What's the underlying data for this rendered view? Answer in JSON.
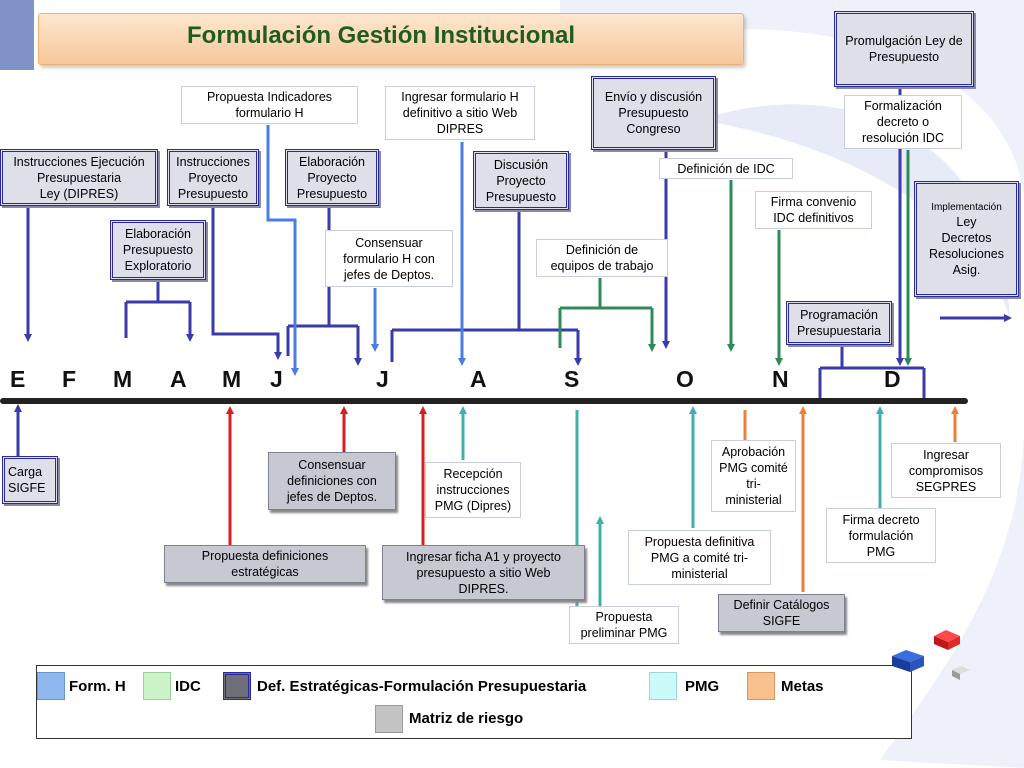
{
  "title": "Formulación Gestión Institucional",
  "months": [
    "E",
    "F",
    "M",
    "A",
    "M",
    "J",
    "J",
    "A",
    "S",
    "O",
    "N",
    "D"
  ],
  "boxes_top": {
    "propuesta_indicadores": "Propuesta Indicadores\nformulario H",
    "ingresar_formulario": "Ingresar formulario H\ndefinitivo a sitio Web\nDIPRES",
    "envio_discusion": "Envío y discusión\nPresupuesto\nCongreso",
    "promulgacion": "Promulgación Ley de\nPresupuesto",
    "formalizacion": "Formalización\ndecreto o\nresolución IDC",
    "instrucciones_ejecucion": "Instrucciones Ejecución\nPresupuestaria\nLey (DIPRES)",
    "instrucciones_proyecto": "Instrucciones\nProyecto\nPresupuesto",
    "elaboracion_proyecto": "Elaboración\nProyecto\nPresupuesto",
    "discusion_proyecto": "Discusión\nProyecto\nPresupuesto",
    "definicion_idc": "Definición de IDC",
    "firma_convenio": "Firma convenio\nIDC definitivos",
    "implementacion_small": "Implementación",
    "implementacion_rest": "Ley\nDecretos\nResoluciones\nAsig.",
    "elaboracion_exploratorio": "Elaboración\nPresupuesto\nExploratorio",
    "consensuar_formulario": "Consensuar\nformulario H con\njefes de Deptos.",
    "definicion_equipos": "Definición de\nequipos de trabajo",
    "programacion": "Programación\nPresupuestaria"
  },
  "boxes_bottom": {
    "carga_sigfe": "Carga\nSIGFE",
    "consensuar_definiciones": "Consensuar\ndefiniciones con\njefes de Deptos.",
    "recepcion": "Recepción\ninstrucciones\nPMG (Dipres)",
    "aprobacion": "Aprobación\nPMG comité\ntri-\nministerial",
    "ingresar_compromisos": "Ingresar\ncompromisos\nSEGPRES",
    "firma_decreto": "Firma decreto\nformulación\nPMG",
    "propuesta_estrategicas": "Propuesta definiciones\nestratégicas",
    "ingresar_ficha": "Ingresar ficha A1 y proyecto\npresupuesto a sitio Web\nDIPRES.",
    "propuesta_definitiva": "Propuesta definitiva\nPMG a comité tri-\nministerial",
    "definir_catalogos": "Definir Catálogos\nSIGFE",
    "propuesta_preliminar": "Propuesta\npreliminar PMG"
  },
  "legend": {
    "form_h": "Form. H",
    "idc": "IDC",
    "def_estrategicas": "Def. Estratégicas-Formulación Presupuestaria",
    "pmg": "PMG",
    "metas": "Metas",
    "matriz": "Matriz de riesgo"
  },
  "colors": {
    "form_h": "#8fb8ee",
    "idc": "#ccf2c8",
    "def_estrategicas": "#6f6f7a",
    "pmg": "#ccfafa",
    "metas": "#f8c08c",
    "matriz": "#c4c4c4",
    "arrow_navy": "#3a3aa8",
    "arrow_blue": "#4a7ee6",
    "arrow_green": "#2e8b57",
    "arrow_red": "#d42020",
    "arrow_teal": "#40b0a8",
    "arrow_orange": "#e8823a"
  }
}
